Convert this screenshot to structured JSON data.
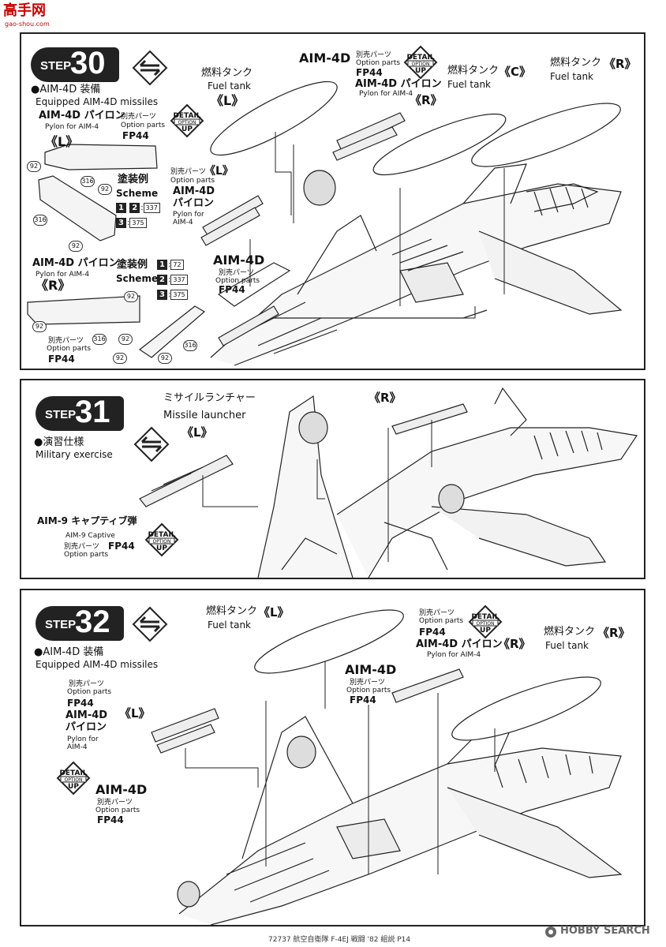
{
  "header": {
    "logo_cn": "高手网",
    "logo_url": "gao-shou.com"
  },
  "step30": {
    "step_word": "STEP",
    "step_num": "30",
    "title_jp": "●AIM-4D 装備",
    "title_en": "Equipped AIM-4D missiles",
    "pylon_L_jp": "AIM-4D パイロン",
    "pylon_L_en": "Pylon for AIM-4",
    "opt_jp": "別売パーツ",
    "opt_en": "Option parts",
    "fp44": "FP44",
    "L": "《L》",
    "R": "《R》",
    "C": "《C》",
    "parts": [
      "92",
      "316",
      "92",
      "316",
      "92",
      "92",
      "92",
      "316",
      "92",
      "316",
      "92",
      "92"
    ],
    "scheme_jp": "塗装例",
    "scheme_en": "Scheme",
    "scheme_nums": [
      "1",
      "2",
      "3"
    ],
    "scheme_refs_a": [
      "337",
      "375"
    ],
    "scheme_refs_b": [
      "72",
      "337",
      "375"
    ],
    "pylon_R_jp": "AIM-4D パイロン",
    "pylon_R_en": "Pylon for AIM-4",
    "opt2_jp": "別売パーツ",
    "opt2_en": "Option parts",
    "fp44_b": "FP44",
    "mid_opt_jp": "別売パーツ",
    "mid_opt_en": "Option parts",
    "mid_aim": "AIM-4D",
    "mid_pylon": "パイロン",
    "mid_pylon_en1": "Pylon for",
    "mid_pylon_en2": "AIM-4",
    "aim4d_center": "AIM-4D",
    "aim4d_center_opt_jp": "別売パーツ",
    "aim4d_center_opt_en": "Option parts",
    "aim4d_center_fp": "FP44",
    "top_aim": "AIM-4D",
    "top_opt_jp": "別売パーツ",
    "top_opt_en": "Option parts",
    "top_fp": "FP44",
    "top_pylon_jp": "AIM-4D パイロン",
    "top_pylon_en": "Pylon for AIM-4",
    "tank_jp": "燃料タンク",
    "tank_en": "Fuel tank"
  },
  "step31": {
    "step_word": "STEP",
    "step_num": "31",
    "title_jp": "●演習仕様",
    "title_en": "Military exercise",
    "launcher_jp": "ミサイルランチャー",
    "launcher_en": "Missile launcher",
    "L": "《L》",
    "R": "《R》",
    "aim9_jp": "AIM-9 キャプティブ弾",
    "aim9_en": "AIM-9 Captive",
    "opt_jp": "別売パーツ",
    "opt_en": "Option parts",
    "fp44": "FP44"
  },
  "step32": {
    "step_word": "STEP",
    "step_num": "32",
    "title_jp": "●AIM-4D 装備",
    "title_en": "Equipped AIM-4D missiles",
    "tank_jp": "燃料タンク",
    "tank_en": "Fuel tank",
    "L": "《L》",
    "R": "《R》",
    "opt_jp": "別売パーツ",
    "opt_en": "Option parts",
    "fp44": "FP44",
    "pylon_jp": "AIM-4D パイロン",
    "pylon_en": "Pylon for AIM-4",
    "aim4d": "AIM-4D",
    "left_aim": "AIM-4D",
    "left_pylon": "パイロン",
    "left_pylon_en1": "Pylon for",
    "left_pylon_en2": "AIM-4",
    "bottom_aim": "AIM-4D"
  },
  "badge": {
    "line1": "DETAIL",
    "line2": "OPTION",
    "line3": "UP"
  },
  "footer": {
    "caption": "72737 航空自衛隊 F-4EJ 戦闘 '82 組説 P14",
    "watermark": "HOBBY SEARCH"
  }
}
